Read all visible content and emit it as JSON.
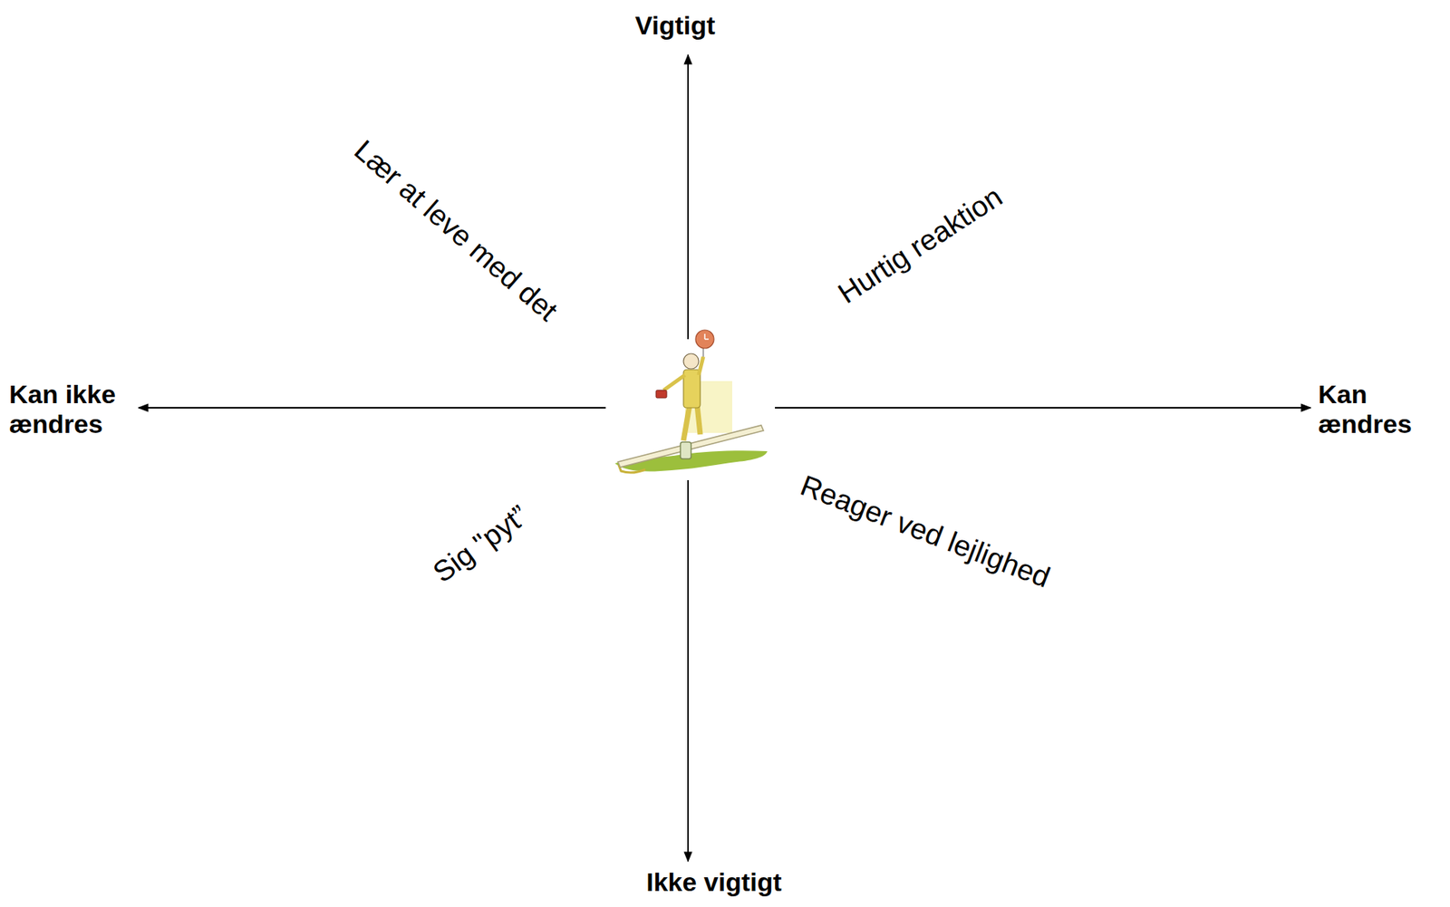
{
  "diagram": {
    "labels": [
      "Vigtigt",
      "Lær at leve med det",
      "Hurtig reaktion",
      "Kan ikke ændres",
      "Kan ændres",
      "Sig \"pyt”",
      "Reager ved lejlighed",
      "Ikke vigtigt"
    ]
  }
}
